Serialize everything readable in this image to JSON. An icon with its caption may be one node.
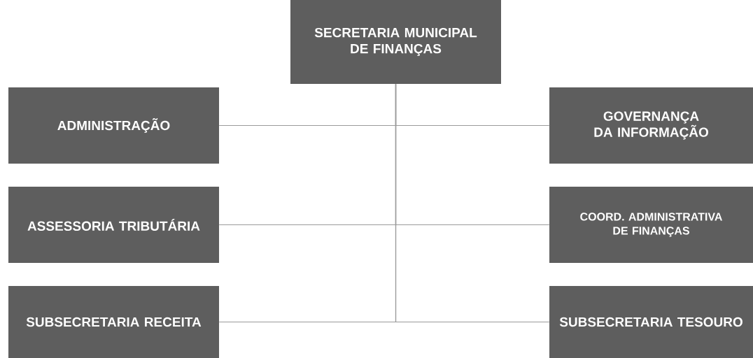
{
  "diagram": {
    "nodes": [
      {
        "text": [
          "SECRETARIA MUNICIPAL DE FINANÇAS"
        ]
      },
      {
        "text": [
          "ADMINISTRAÇÃO"
        ]
      },
      {
        "text": [
          "GOVERNANÇA DA INFORMAÇÃO"
        ]
      },
      {
        "text": [
          "ASSESSORIA TRIBUTÁRIA"
        ]
      },
      {
        "text": [
          "COORD. ADMINISTRATIVA DE FINANÇAS"
        ]
      },
      {
        "text": [
          "SUBSECRETARIA RECEITA"
        ]
      },
      {
        "text": [
          "SUBSECRETARIA TESOURO"
        ]
      }
    ],
    "edges": [
      {
        "from": 0,
        "to": 1,
        "arrow": "none"
      },
      {
        "from": 0,
        "to": 2,
        "arrow": "none"
      },
      {
        "from": 0,
        "to": 3,
        "arrow": "none"
      },
      {
        "from": 0,
        "to": 4,
        "arrow": "none"
      },
      {
        "from": 0,
        "to": 5,
        "arrow": "none"
      },
      {
        "from": 0,
        "to": 6,
        "arrow": "none"
      }
    ]
  }
}
